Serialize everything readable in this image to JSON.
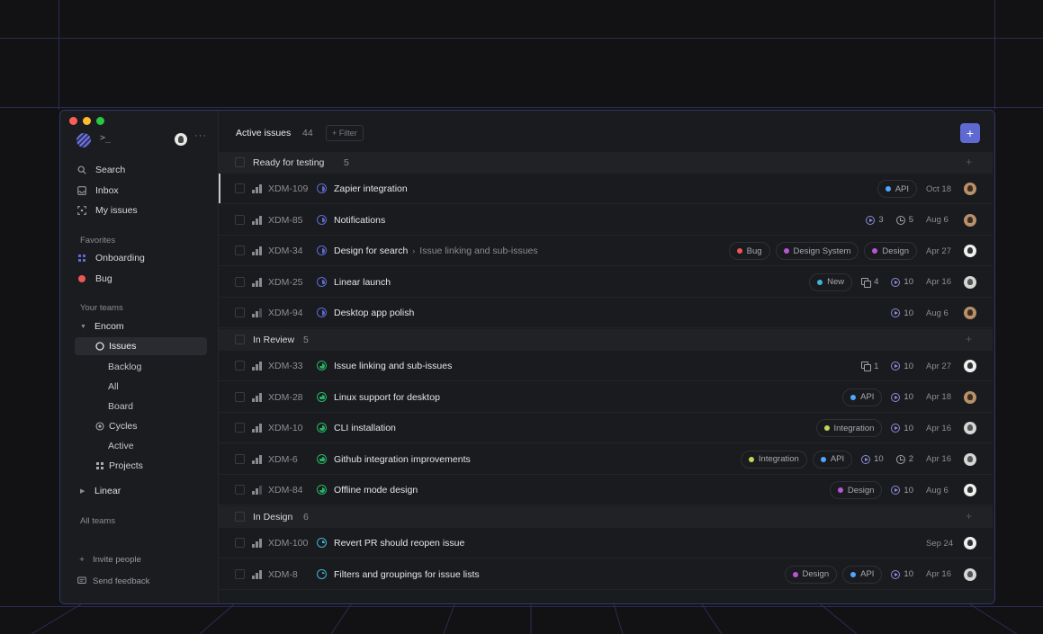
{
  "app": {
    "workspace_prompt": ">_",
    "more": "···"
  },
  "sidebar": {
    "nav": [
      {
        "label": "Search",
        "icon": "search-icon"
      },
      {
        "label": "Inbox",
        "icon": "inbox-icon"
      },
      {
        "label": "My issues",
        "icon": "my-issues-icon"
      }
    ],
    "favorites_label": "Favorites",
    "favorites": [
      {
        "label": "Onboarding",
        "icon": "project-grid-icon",
        "color": "#5e6ad2"
      },
      {
        "label": "Bug",
        "icon": "label-dot-icon",
        "color": "#eb5757"
      }
    ],
    "teams_label": "Your teams",
    "team": {
      "name": "Encom",
      "issues": "Issues",
      "issue_views": [
        "Backlog",
        "All",
        "Board"
      ],
      "cycles": "Cycles",
      "cycle_views": [
        "Active"
      ],
      "projects": "Projects"
    },
    "other_team": "Linear",
    "all_teams": "All teams",
    "invite": "Invite people",
    "feedback": "Send feedback"
  },
  "header": {
    "title": "Active issues",
    "count": "44",
    "filter": "+ Filter",
    "add": "+"
  },
  "groups": [
    {
      "name": "Ready for testing",
      "count": "5",
      "status": "in-progress",
      "issues": [
        {
          "id": "XDM-109",
          "title": "Zapier integration",
          "labels": [
            {
              "name": "API",
              "color": "#4ea7fc"
            }
          ],
          "date": "Oct 18",
          "avatar": "brown"
        },
        {
          "id": "XDM-85",
          "title": "Notifications",
          "cycle_icon": "cycle-warning-icon",
          "cycle": "3",
          "estimate": "5",
          "date": "Aug 6",
          "avatar": "brown"
        },
        {
          "id": "XDM-34",
          "title": "Design for search",
          "parent": "Issue linking and sub-issues",
          "labels": [
            {
              "name": "Bug",
              "color": "#eb5757"
            },
            {
              "name": "Design System",
              "color": "#bb54d6"
            },
            {
              "name": "Design",
              "color": "#bb54d6"
            }
          ],
          "date": "Apr 27",
          "avatar": "white"
        },
        {
          "id": "XDM-25",
          "title": "Linear launch",
          "labels": [
            {
              "name": "New",
              "color": "#3eb6d6"
            }
          ],
          "subs": "4",
          "cycle": "10",
          "date": "Apr 16",
          "avatar": "gray"
        },
        {
          "id": "XDM-94",
          "title": "Desktop app polish",
          "cycle": "10",
          "date": "Aug 6",
          "avatar": "brown"
        }
      ]
    },
    {
      "name": "In Review",
      "count": "5",
      "status": "in-review",
      "issues": [
        {
          "id": "XDM-33",
          "title": "Issue linking and sub-issues",
          "subs": "1",
          "cycle": "10",
          "date": "Apr 27",
          "avatar": "white"
        },
        {
          "id": "XDM-28",
          "title": "Linux support for desktop",
          "labels": [
            {
              "name": "API",
              "color": "#4ea7fc"
            }
          ],
          "cycle": "10",
          "date": "Apr 18",
          "avatar": "brown"
        },
        {
          "id": "XDM-10",
          "title": "CLI installation",
          "labels": [
            {
              "name": "Integration",
              "color": "#c8d35a"
            }
          ],
          "cycle": "10",
          "date": "Apr 16",
          "avatar": "gray"
        },
        {
          "id": "XDM-6",
          "title": "Github integration improvements",
          "labels": [
            {
              "name": "Integration",
              "color": "#c8d35a"
            },
            {
              "name": "API",
              "color": "#4ea7fc"
            }
          ],
          "cycle": "10",
          "estimate": "2",
          "date": "Apr 16",
          "avatar": "gray"
        },
        {
          "id": "XDM-84",
          "title": "Offline mode design",
          "labels": [
            {
              "name": "Design",
              "color": "#bb54d6"
            }
          ],
          "cycle": "10",
          "date": "Aug 6",
          "avatar": "white"
        }
      ]
    },
    {
      "name": "In Design",
      "count": "6",
      "status": "in-design",
      "issues": [
        {
          "id": "XDM-100",
          "title": "Revert PR should reopen issue",
          "date": "Sep 24",
          "avatar": "white"
        },
        {
          "id": "XDM-8",
          "title": "Filters and groupings for issue lists",
          "labels": [
            {
              "name": "Design",
              "color": "#bb54d6"
            },
            {
              "name": "API",
              "color": "#4ea7fc"
            }
          ],
          "cycle": "10",
          "date": "Apr 16",
          "avatar": "gray"
        }
      ]
    }
  ]
}
